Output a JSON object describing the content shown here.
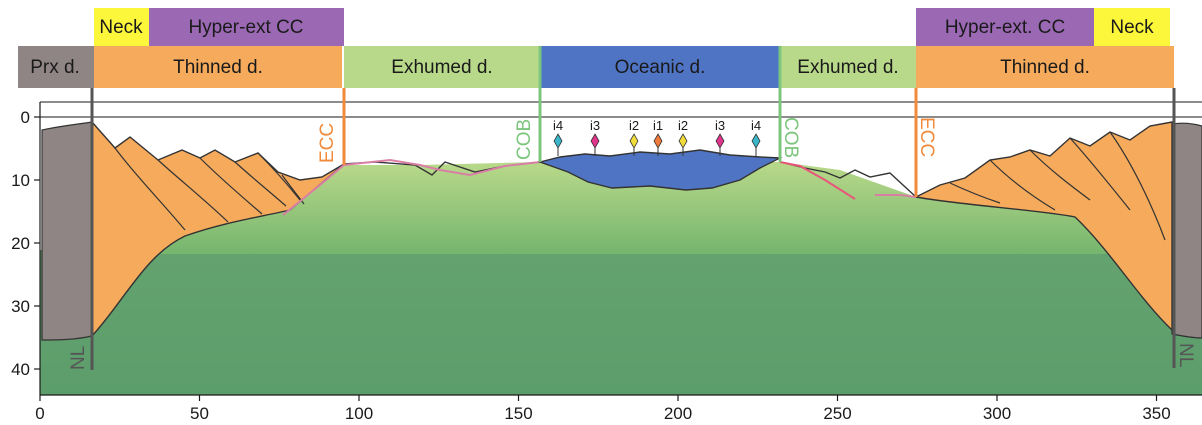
{
  "colors": {
    "proximal": "#8f8585",
    "thinned": "#f5aa5c",
    "exhumed": "#b9d98a",
    "oceanic": "#4f74c4",
    "neck": "#fdf73b",
    "hyper": "#9b69b4",
    "mantle_dark": "#3f8e55",
    "mantle_light": "#62a070",
    "ecc": "#f08a3c",
    "cob": "#7cc57c",
    "nl": "#555555"
  },
  "top_bands": {
    "neck_left": "Neck",
    "hyper_left": "Hyper-ext CC",
    "hyper_right": "Hyper-ext. CC",
    "neck_right": "Neck"
  },
  "domains": {
    "proximal_left": "Prx d.",
    "thinned_left": "Thinned d.",
    "exhumed_left": "Exhumed d.",
    "oceanic": "Oceanic d.",
    "exhumed_right": "Exhumed d.",
    "thinned_right": "Thinned d."
  },
  "boundaries": {
    "ecc_left": "ECC",
    "cob_left": "COB",
    "cob_right": "COB",
    "ecc_right": "ECC",
    "nl_left": "NL",
    "nl_right": "NL"
  },
  "isochrons": [
    "i4",
    "i3",
    "i2",
    "i1",
    "i2",
    "i3",
    "i4"
  ],
  "isochron_colors": [
    "#3ab6c8",
    "#e0338a",
    "#f2dc3a",
    "#f07a3c",
    "#f2dc3a",
    "#e0338a",
    "#3ab6c8"
  ],
  "x_axis": {
    "ticks": [
      "0",
      "50",
      "100",
      "150",
      "200",
      "250",
      "300",
      "350"
    ]
  },
  "y_axis": {
    "ticks": [
      "0",
      "10",
      "20",
      "30",
      "40"
    ]
  }
}
